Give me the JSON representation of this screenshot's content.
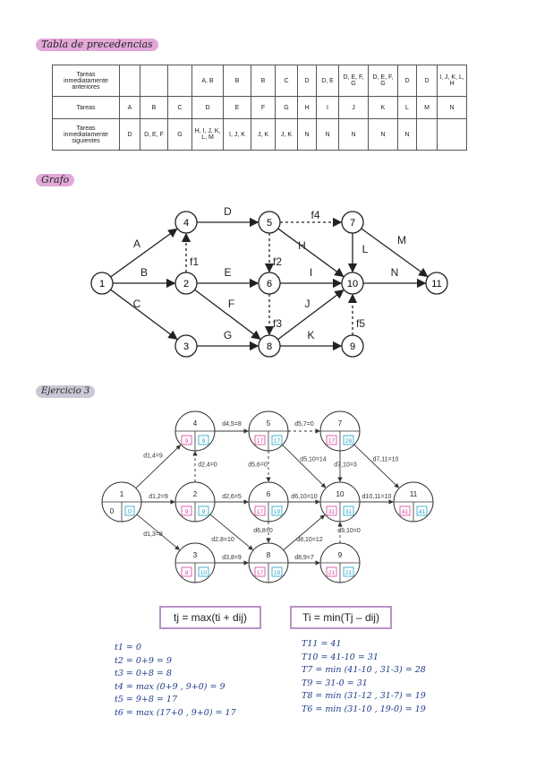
{
  "titles": {
    "tabla": "Tabla de precedencias",
    "grafo": "Grafo",
    "ejercicio": "Ejercicio 3"
  },
  "table": {
    "row_labels": [
      "Tareas inmediatamente anteriores",
      "Tareas",
      "Tareas inmediatamente siguientes"
    ],
    "anteriores": [
      "",
      "",
      "",
      "A, B",
      "B",
      "B",
      "C",
      "D",
      "D, E",
      "D, E, F, G",
      "D, E, F, G",
      "D",
      "D",
      "I, J, K, L, H"
    ],
    "tareas": [
      "A",
      "B",
      "C",
      "D",
      "E",
      "F",
      "G",
      "H",
      "I",
      "J",
      "K",
      "L",
      "M",
      "N"
    ],
    "siguientes": [
      "D",
      "D, E, F",
      "G",
      "H, I, J, K, L, M",
      "I, J, K",
      "J, K",
      "J, K",
      "N",
      "N",
      "N",
      "N",
      "N",
      "",
      ""
    ]
  },
  "graph": {
    "nodes": [
      "1",
      "2",
      "3",
      "4",
      "5",
      "6",
      "7",
      "8",
      "9",
      "10",
      "11"
    ],
    "edge_labels": [
      "A",
      "B",
      "C",
      "D",
      "E",
      "F",
      "G",
      "H",
      "I",
      "J",
      "K",
      "L",
      "M",
      "N"
    ],
    "dummy_labels": [
      "f1",
      "f2",
      "f3",
      "f4",
      "f5"
    ]
  },
  "ej": {
    "nodes": [
      "1",
      "2",
      "3",
      "4",
      "5",
      "6",
      "7",
      "8",
      "9",
      "10",
      "11"
    ],
    "early": [
      "0",
      "9",
      "8",
      "9",
      "17",
      "17",
      "17",
      "17",
      "21",
      "31",
      "41"
    ],
    "late": [
      "0",
      "9",
      "10",
      "9",
      "17",
      "19",
      "28",
      "19",
      "21",
      "31",
      "41"
    ],
    "start_value": "0",
    "edge_labels": [
      "d1,4=9",
      "d1,2=9",
      "d1,3=8",
      "d4,5=8",
      "d5,7=0",
      "d2,4=0",
      "d5,6=0",
      "d2,6=5",
      "d2,8=10",
      "d5,10=14",
      "d7,10=3",
      "d7,11=10",
      "d6,10=10",
      "d6,8=0",
      "d8,10=12",
      "d8,9=7",
      "d9,10=0",
      "d3,8=9",
      "d10,11=10"
    ]
  },
  "formulas": {
    "left": "tj = max(ti + dij)",
    "right": "Ti = min(Tj – dij)"
  },
  "calc_left": [
    "t1 = 0",
    "t2 = 0+9 = 9",
    "t3 = 0+8 = 8",
    "t4 = max (0+9 , 9+0) = 9",
    "t5 = 9+8 = 17",
    "t6 = max (17+0 , 9+0) = 17"
  ],
  "calc_right": [
    "T11 = 41",
    "T10 = 41-10 = 31",
    "T7 = min (41-10 , 31-3) = 28",
    "T9 = 31-0 = 31",
    "T8 = min (31-12 , 31-7) = 19",
    "T6 = min (31-10 , 19-0) = 19"
  ],
  "colors": {
    "pink": "#e2a8d8",
    "grey": "#c9c9d6",
    "purple": "#b793c9",
    "ink": "#1e3a8a",
    "early": "#d6409f",
    "late": "#1aa3c9"
  }
}
